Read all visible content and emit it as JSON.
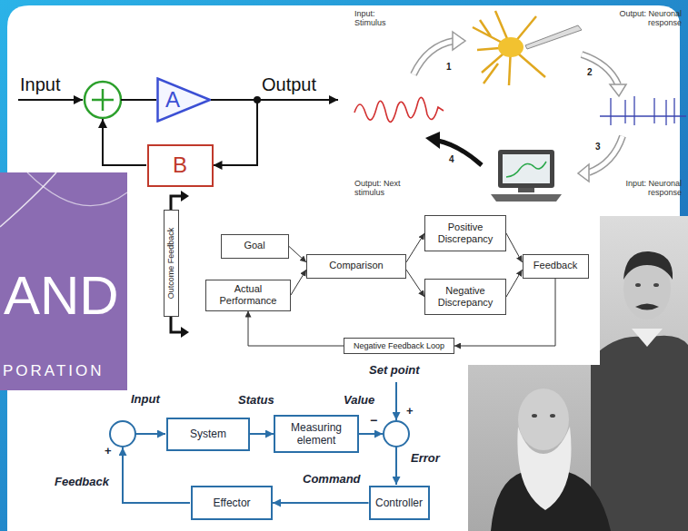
{
  "diagram": {
    "nodes": [
      {
        "text": [
          "A"
        ]
      },
      {
        "text": [
          "B"
        ]
      },
      {
        "text": [
          "Outcome Feedback"
        ]
      },
      {
        "text": [
          "Goal"
        ]
      },
      {
        "text": [
          "Comparison"
        ]
      },
      {
        "text": [
          "Positive Discrepancy"
        ]
      },
      {
        "text": [
          "Actual Performance"
        ]
      },
      {
        "text": [
          "Negative Discrepancy"
        ]
      },
      {
        "text": [
          "Feedback"
        ]
      },
      {
        "text": [
          "Negative Feedback Loop"
        ]
      },
      {
        "text": [
          "System"
        ]
      },
      {
        "text": [
          "Measuring element"
        ]
      },
      {
        "text": [
          "Effector"
        ]
      },
      {
        "text": [
          "Controller"
        ]
      }
    ],
    "edges": [
      {
        "from": 0,
        "to": 1,
        "arrow": "to"
      },
      {
        "from": 3,
        "to": 4,
        "arrow": "to"
      },
      {
        "from": 6,
        "to": 4,
        "arrow": "to"
      },
      {
        "from": 4,
        "to": 5,
        "arrow": "to"
      },
      {
        "from": 4,
        "to": 7,
        "arrow": "to"
      },
      {
        "from": 5,
        "to": 8,
        "arrow": "to"
      },
      {
        "from": 7,
        "to": 8,
        "arrow": "to"
      },
      {
        "from": 8,
        "to": 9,
        "arrow": "to"
      },
      {
        "from": 9,
        "to": 6,
        "arrow": "to"
      },
      {
        "from": 10,
        "to": 11,
        "arrow": "to"
      },
      {
        "from": 13,
        "to": 12,
        "arrow": "to"
      }
    ],
    "labels": [
      "Input",
      "Output",
      "Input: Stimulus",
      "Output: Neuronal response",
      "1",
      "2",
      "3",
      "4",
      "Output: Next stimulus",
      "Input: Neuronal response",
      "AND",
      "PORATION",
      "Set point",
      "Input",
      "Status",
      "Value",
      "+",
      "−",
      "Error",
      "+",
      "Feedback",
      "Command"
    ]
  }
}
